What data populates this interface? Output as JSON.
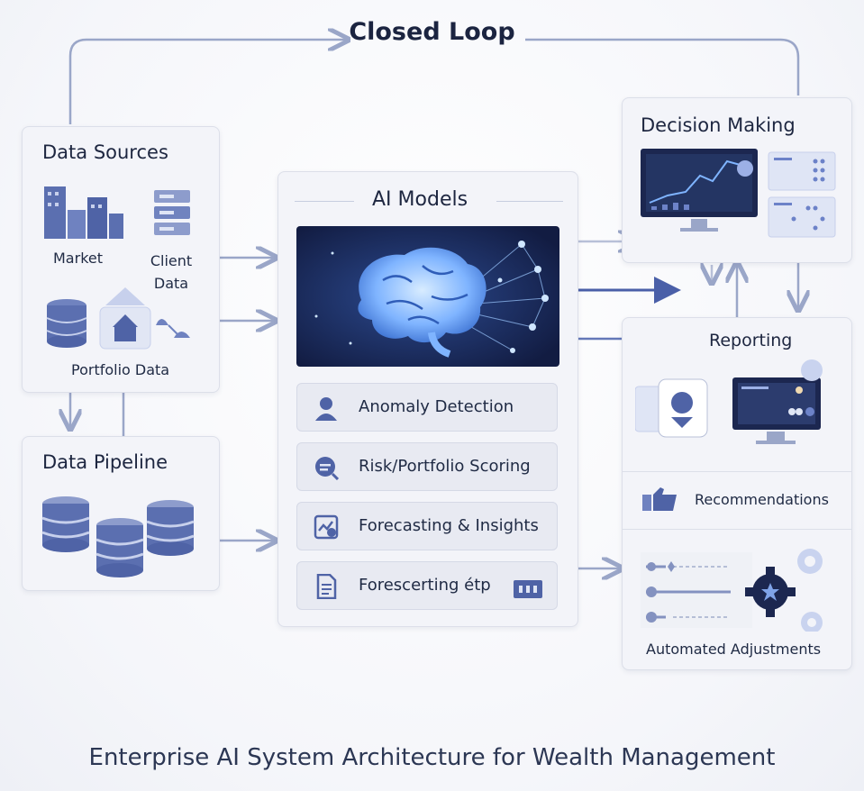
{
  "header": {
    "title": "Closed Loop"
  },
  "data_sources": {
    "title": "Data Sources",
    "market_label": "Market",
    "client_label": "Client Data",
    "portfolio_label": "Portfolio Data"
  },
  "data_pipeline": {
    "title": "Data Pipeline"
  },
  "ai_models": {
    "title": "AI Models",
    "rows": [
      {
        "label": "Anomaly Detection",
        "icon": "user-icon"
      },
      {
        "label": "Risk/Portfolio Scoring",
        "icon": "search-chat-icon"
      },
      {
        "label": "Forecasting & Insights",
        "icon": "insight-icon"
      },
      {
        "label": "Foresce​rting étp",
        "icon": "document-icon"
      }
    ]
  },
  "decision_making": {
    "title": "Decision Making"
  },
  "reporting": {
    "title": "Reporting",
    "recommendations_label": "Recommendations",
    "adjustments_label": "Automated Adjustments"
  },
  "footer": {
    "caption": "Enterprise AI System Architecture for Wealth Management"
  },
  "colors": {
    "accent": "#5b6fb0",
    "arrow": "#9aa6c8",
    "panel": "#f3f4f9",
    "brain_bg": "#17234d",
    "text": "#1f2a44"
  }
}
